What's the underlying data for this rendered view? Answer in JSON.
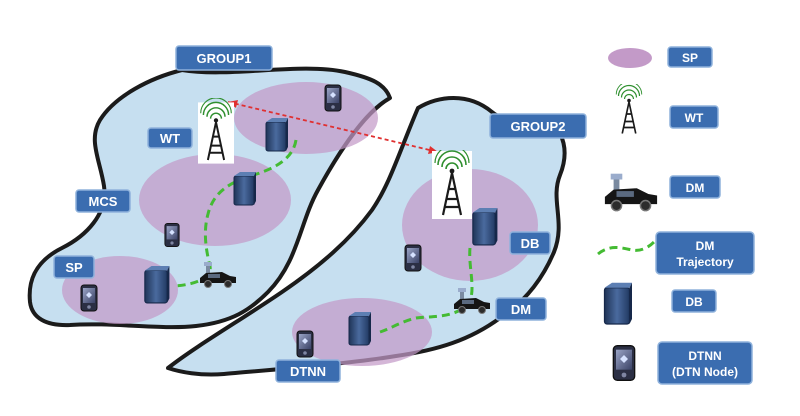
{
  "labels": {
    "group1": "GROUP1",
    "group2": "GROUP2",
    "wt": "WT",
    "mcs": "MCS",
    "sp": "SP",
    "db": "DB",
    "dm": "DM",
    "dtnn": "DTNN"
  },
  "legend": {
    "sp": "SP",
    "wt": "WT",
    "dm": "DM",
    "trajectory_line1": "DM",
    "trajectory_line2": "Trajectory",
    "db": "DB",
    "dtnn_line1": "DTNN",
    "dtnn_line2": "(DTN Node)"
  },
  "colors": {
    "region_fill": "#c6dff0",
    "region_stroke": "#1b1b1b",
    "sp_zone": "#c39ac8",
    "label_box": "#3b6db0",
    "label_border": "#8fb2dc",
    "trajectory": "#44bb33",
    "link": "#e03030",
    "db_server": "#2e4a78"
  }
}
